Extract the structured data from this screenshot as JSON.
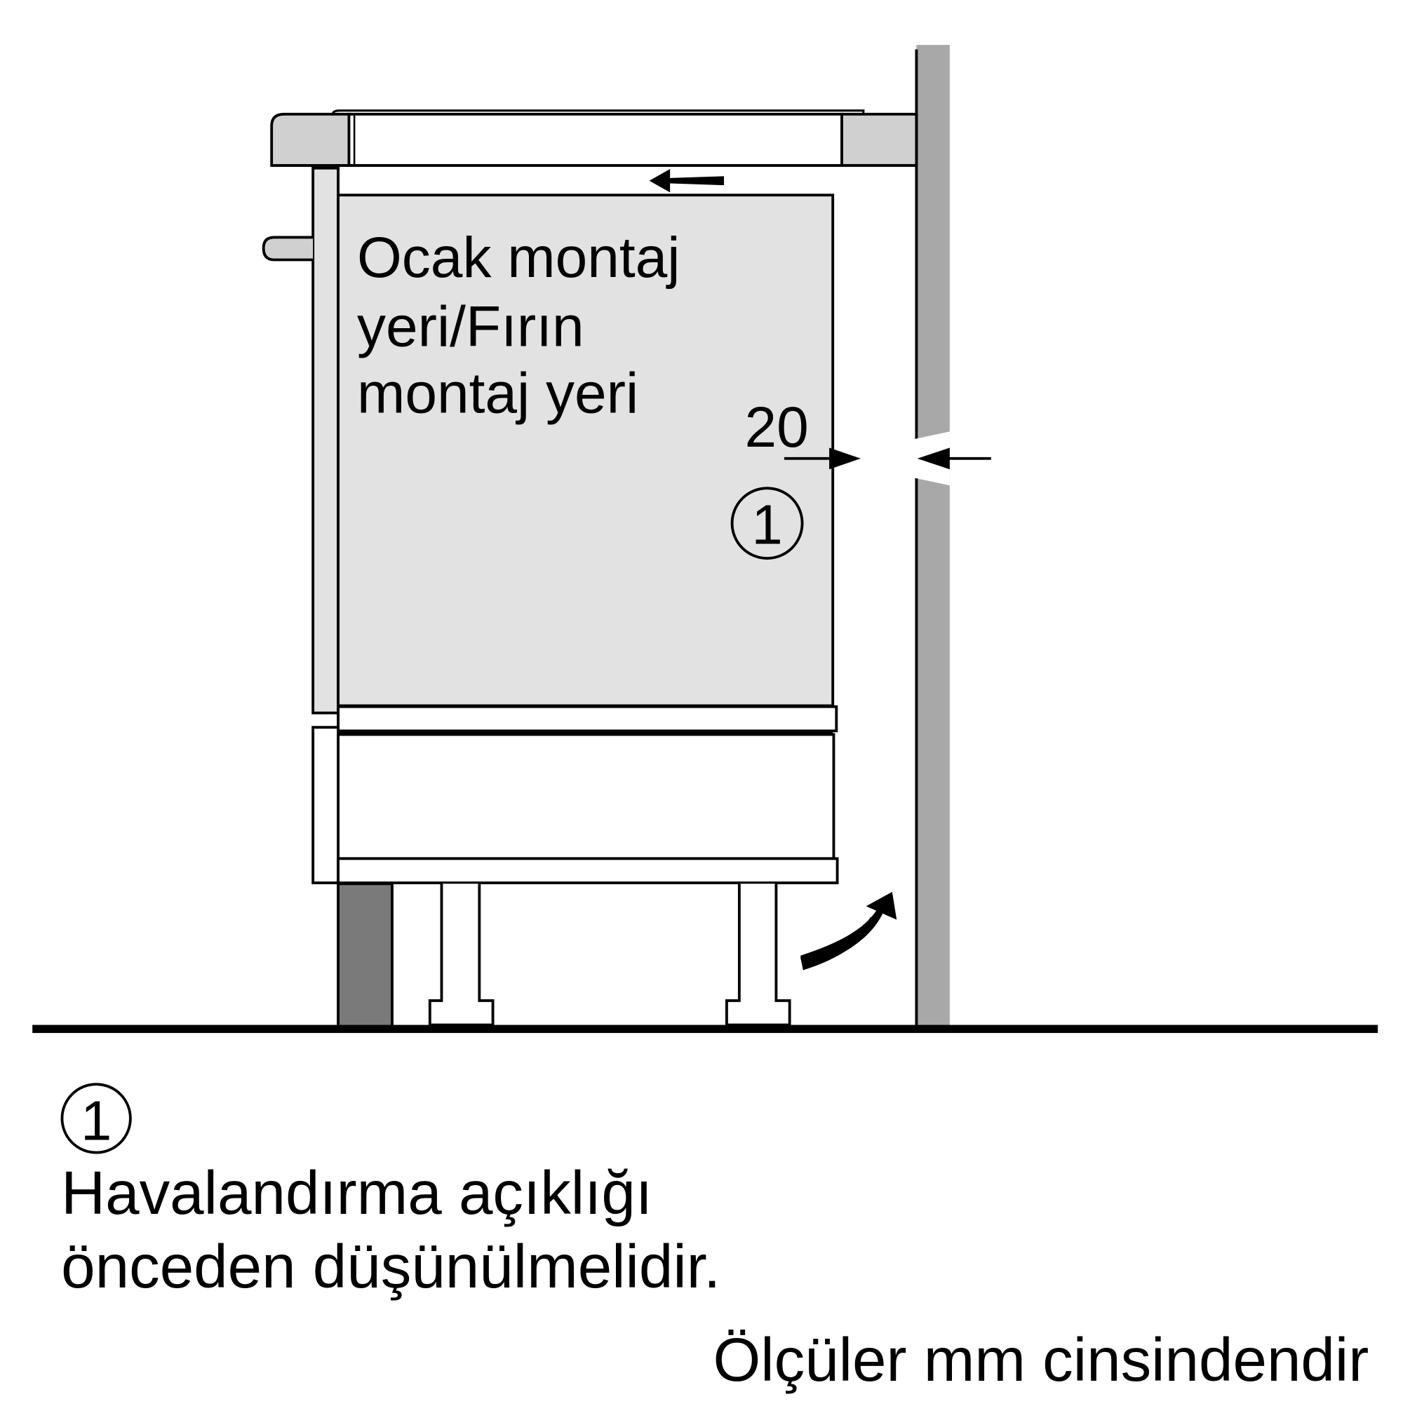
{
  "diagram": {
    "type": "installation-side-view",
    "colors": {
      "background": "#ffffff",
      "line": "#000000",
      "countertop": "#d0d0d0",
      "oven_body": "#e2e2e2",
      "wall": "#a8a8a8",
      "plinth": "#7a7a7a",
      "floor": "#000000"
    },
    "oven_label": {
      "lines": [
        "Ocak montaj",
        "yeri/Fırın",
        "montaj yeri"
      ]
    },
    "dimension": {
      "value": "20"
    },
    "callout_marker": "1"
  },
  "legend": {
    "marker": "1",
    "lines": [
      "Havalandırma açıklığı",
      "önceden düşünülmelidir."
    ]
  },
  "footer": {
    "units_note": "Ölçüler mm cinsindendir"
  }
}
